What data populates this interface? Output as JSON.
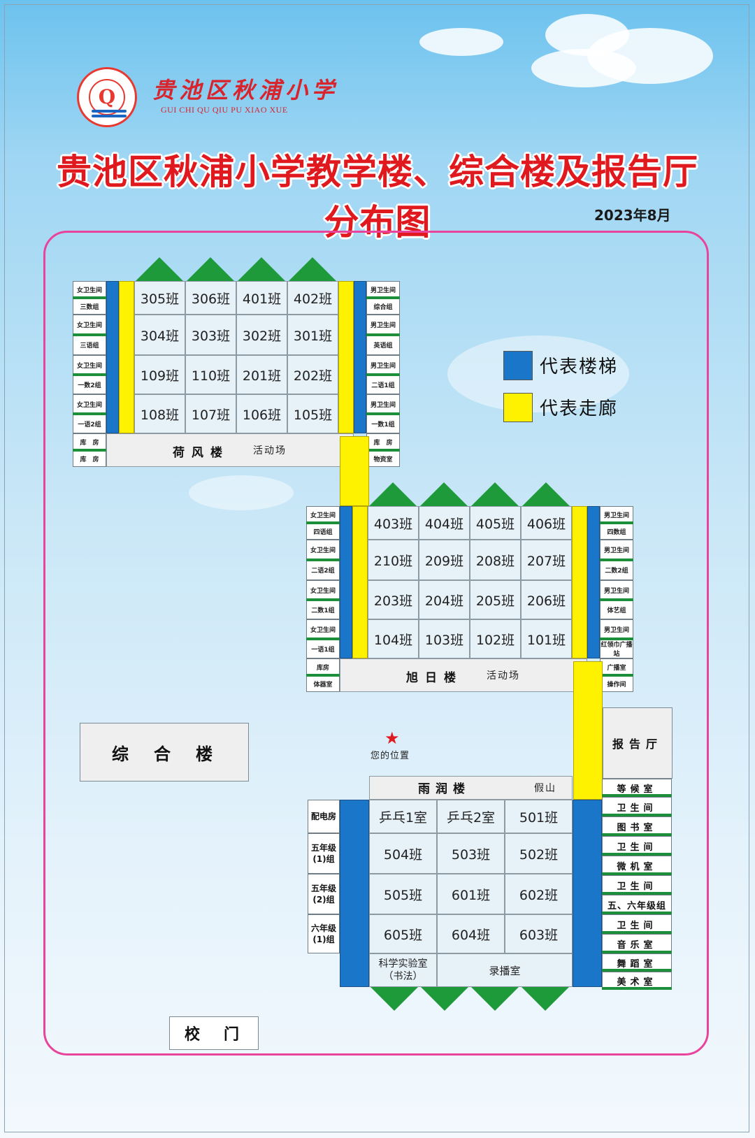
{
  "header": {
    "school_name_cn": "贵池区秋浦小学",
    "school_name_en": "GUI CHI QU QIU PU XIAO XUE",
    "title": "贵池区秋浦小学教学楼、综合楼及报告厅分布图",
    "date": "2023年8月"
  },
  "colors": {
    "stair": "#1a76c9",
    "corridor": "#fff200",
    "roof": "#1f9a3b",
    "border": "#e8449b",
    "title": "#e0191f"
  },
  "legend": {
    "stair_label": "代表楼梯",
    "corridor_label": "代表走廊"
  },
  "hefeng": {
    "name": "荷风楼",
    "activity": "活动场",
    "rows": [
      [
        "305班",
        "306班",
        "401班",
        "402班"
      ],
      [
        "304班",
        "303班",
        "302班",
        "301班"
      ],
      [
        "109班",
        "110班",
        "201班",
        "202班"
      ],
      [
        "108班",
        "107班",
        "106班",
        "105班"
      ]
    ],
    "left": [
      [
        "女卫生间",
        "三数组"
      ],
      [
        "女卫生间",
        "三语组"
      ],
      [
        "女卫生间",
        "一数2组"
      ],
      [
        "女卫生间",
        "一语2组"
      ]
    ],
    "right": [
      [
        "男卫生间",
        "综合组"
      ],
      [
        "男卫生间",
        "英语组"
      ],
      [
        "男卫生间",
        "二语1组"
      ],
      [
        "男卫生间",
        "一数1组"
      ]
    ],
    "left_bottom": [
      "库　房",
      "库　房"
    ],
    "right_bottom": [
      "库　房",
      "物资室"
    ]
  },
  "xuri": {
    "name": "旭日楼",
    "activity": "活动场",
    "rows": [
      [
        "403班",
        "404班",
        "405班",
        "406班"
      ],
      [
        "210班",
        "209班",
        "208班",
        "207班"
      ],
      [
        "203班",
        "204班",
        "205班",
        "206班"
      ],
      [
        "104班",
        "103班",
        "102班",
        "101班"
      ]
    ],
    "left": [
      [
        "女卫生间",
        "四语组"
      ],
      [
        "女卫生间",
        "二语2组"
      ],
      [
        "女卫生间",
        "二数1组"
      ],
      [
        "女卫生间",
        "一语1组"
      ]
    ],
    "right": [
      [
        "男卫生间",
        "四数组"
      ],
      [
        "男卫生间",
        "二数2组"
      ],
      [
        "男卫生间",
        "体艺组"
      ],
      [
        "男卫生间",
        "红领巾广播站"
      ]
    ],
    "left_bottom": [
      "库房",
      "体器室"
    ],
    "right_bottom": [
      "广播室",
      "操作间"
    ]
  },
  "zonghe": {
    "name": "综　合　楼"
  },
  "here": {
    "label": "您的位置"
  },
  "baogao": {
    "name": "报告厅"
  },
  "yurun": {
    "name": "雨润楼",
    "rockery": "假山",
    "rows": [
      [
        "乒乓1室",
        "乒乓2室",
        "501班"
      ],
      [
        "504班",
        "503班",
        "502班"
      ],
      [
        "505班",
        "601班",
        "602班"
      ],
      [
        "605班",
        "604班",
        "603班"
      ]
    ],
    "bottom": [
      "科学实验室\n（书法）",
      "录播室"
    ],
    "left": [
      "配电房",
      "五年级\n(1)组",
      "五年级\n(2)组",
      "六年级\n(1)组"
    ],
    "right": [
      "等候室",
      "卫生间",
      "图书室",
      "卫生间",
      "微机室",
      "卫生间",
      "五、六年级组",
      "卫生间",
      "音乐室",
      "舞蹈室",
      "美术室"
    ]
  },
  "gate": {
    "name": "校　门"
  }
}
